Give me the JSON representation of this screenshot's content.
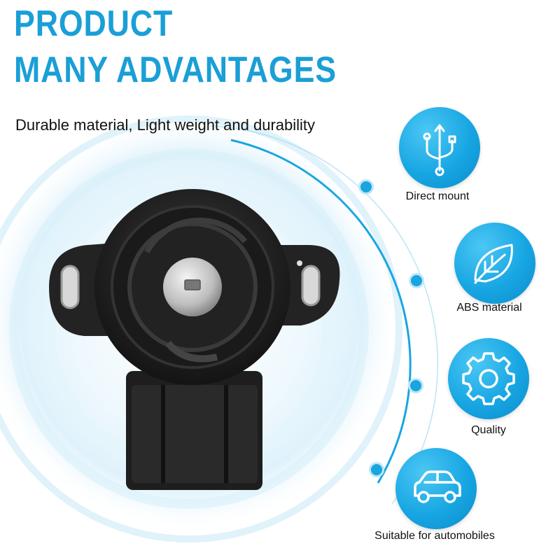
{
  "header": {
    "title_line1": "PRODUCT",
    "title_line2": "MANY ADVANTAGES",
    "subtitle": "Durable material, Light weight and durability"
  },
  "colors": {
    "accent": "#1a9fd6",
    "circle": "#17a6e3",
    "text": "#111111"
  },
  "product": {
    "icon": "throttle-position-sensor-image"
  },
  "features": [
    {
      "label": "Direct mount",
      "icon": "usb-icon"
    },
    {
      "label": "ABS material",
      "icon": "leaf-icon"
    },
    {
      "label": "Quality",
      "icon": "gear-icon"
    },
    {
      "label": "Suitable for automobiles",
      "icon": "car-icon"
    }
  ]
}
